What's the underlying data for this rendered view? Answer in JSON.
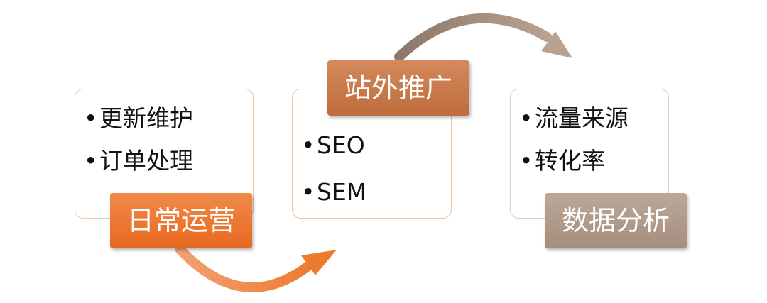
{
  "stages": [
    {
      "title": "日常运营",
      "items": [
        "更新维护",
        "订单处理"
      ],
      "color": "#ee7a2f",
      "border": "#f5c8a7"
    },
    {
      "title": "站外推广",
      "items": [
        "SEO",
        "SEM"
      ],
      "color": "#c97a4c",
      "border": "#ecc4a5"
    },
    {
      "title": "数据分析",
      "items": [
        "流量来源",
        "转化率"
      ],
      "color": "#b29a88",
      "border": "#e3cbbb"
    }
  ],
  "bullet": "•",
  "arrow_colors": [
    "#ee7a2f",
    "#a88f7c"
  ]
}
